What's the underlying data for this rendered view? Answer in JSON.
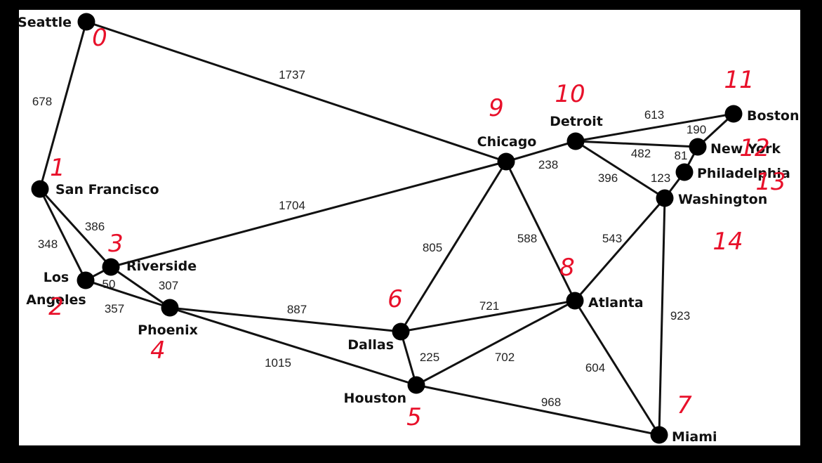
{
  "diagram": {
    "nodes": [
      {
        "id": "seattle",
        "label": "Seattle"
      },
      {
        "id": "san_francisco",
        "label": "San Francisco"
      },
      {
        "id": "los_angeles",
        "label": "Los Angeles"
      },
      {
        "id": "riverside",
        "label": "Riverside"
      },
      {
        "id": "phoenix",
        "label": "Phoenix"
      },
      {
        "id": "dallas",
        "label": "Dallas"
      },
      {
        "id": "houston",
        "label": "Houston"
      },
      {
        "id": "chicago",
        "label": "Chicago"
      },
      {
        "id": "detroit",
        "label": "Detroit"
      },
      {
        "id": "atlanta",
        "label": "Atlanta"
      },
      {
        "id": "miami",
        "label": "Miami"
      },
      {
        "id": "washington",
        "label": "Washington"
      },
      {
        "id": "philadelphia",
        "label": "Philadelphia"
      },
      {
        "id": "new_york",
        "label": "New York"
      },
      {
        "id": "boston",
        "label": "Boston"
      }
    ],
    "edges": [
      {
        "from": "seattle",
        "to": "san_francisco",
        "weight": "678"
      },
      {
        "from": "seattle",
        "to": "chicago",
        "weight": "1737"
      },
      {
        "from": "san_francisco",
        "to": "los_angeles",
        "weight": "348"
      },
      {
        "from": "san_francisco",
        "to": "riverside",
        "weight": "386"
      },
      {
        "from": "los_angeles",
        "to": "riverside",
        "weight": "50"
      },
      {
        "from": "los_angeles",
        "to": "phoenix",
        "weight": "357"
      },
      {
        "from": "riverside",
        "to": "phoenix",
        "weight": "307"
      },
      {
        "from": "riverside",
        "to": "chicago",
        "weight": "1704"
      },
      {
        "from": "phoenix",
        "to": "dallas",
        "weight": "887"
      },
      {
        "from": "phoenix",
        "to": "houston",
        "weight": "1015"
      },
      {
        "from": "dallas",
        "to": "chicago",
        "weight": "805"
      },
      {
        "from": "dallas",
        "to": "atlanta",
        "weight": "721"
      },
      {
        "from": "dallas",
        "to": "houston",
        "weight": "225"
      },
      {
        "from": "houston",
        "to": "atlanta",
        "weight": "702"
      },
      {
        "from": "houston",
        "to": "miami",
        "weight": "968"
      },
      {
        "from": "chicago",
        "to": "atlanta",
        "weight": "588"
      },
      {
        "from": "chicago",
        "to": "detroit",
        "weight": "238"
      },
      {
        "from": "detroit",
        "to": "boston",
        "weight": "613"
      },
      {
        "from": "detroit",
        "to": "new_york",
        "weight": "482"
      },
      {
        "from": "detroit",
        "to": "washington",
        "weight": "396"
      },
      {
        "from": "boston",
        "to": "new_york",
        "weight": "190"
      },
      {
        "from": "new_york",
        "to": "philadelphia",
        "weight": "81"
      },
      {
        "from": "philadelphia",
        "to": "washington",
        "weight": "123"
      },
      {
        "from": "atlanta",
        "to": "washington",
        "weight": "543"
      },
      {
        "from": "atlanta",
        "to": "miami",
        "weight": "604"
      },
      {
        "from": "washington",
        "to": "miami",
        "weight": "923"
      }
    ],
    "handwritten_annotations": [
      {
        "node": "seattle",
        "text": "0"
      },
      {
        "node": "san_francisco",
        "text": "1"
      },
      {
        "node": "los_angeles",
        "text": "2"
      },
      {
        "node": "riverside",
        "text": "3"
      },
      {
        "node": "phoenix",
        "text": "4"
      },
      {
        "node": "houston",
        "text": "5"
      },
      {
        "node": "dallas",
        "text": "6"
      },
      {
        "node": "miami",
        "text": "7"
      },
      {
        "node": "atlanta",
        "text": "8"
      },
      {
        "node": "chicago",
        "text": "9"
      },
      {
        "node": "detroit",
        "text": "10"
      },
      {
        "node": "boston",
        "text": "11"
      },
      {
        "node": "new_york",
        "text": "12"
      },
      {
        "node": "philadelphia",
        "text": "13"
      },
      {
        "node": "washington",
        "text": "14"
      }
    ],
    "colors": {
      "background": "#ffffff",
      "frame": "#000000",
      "edge": "#111111",
      "node": "#000000",
      "annotation": "#e8102a"
    }
  }
}
